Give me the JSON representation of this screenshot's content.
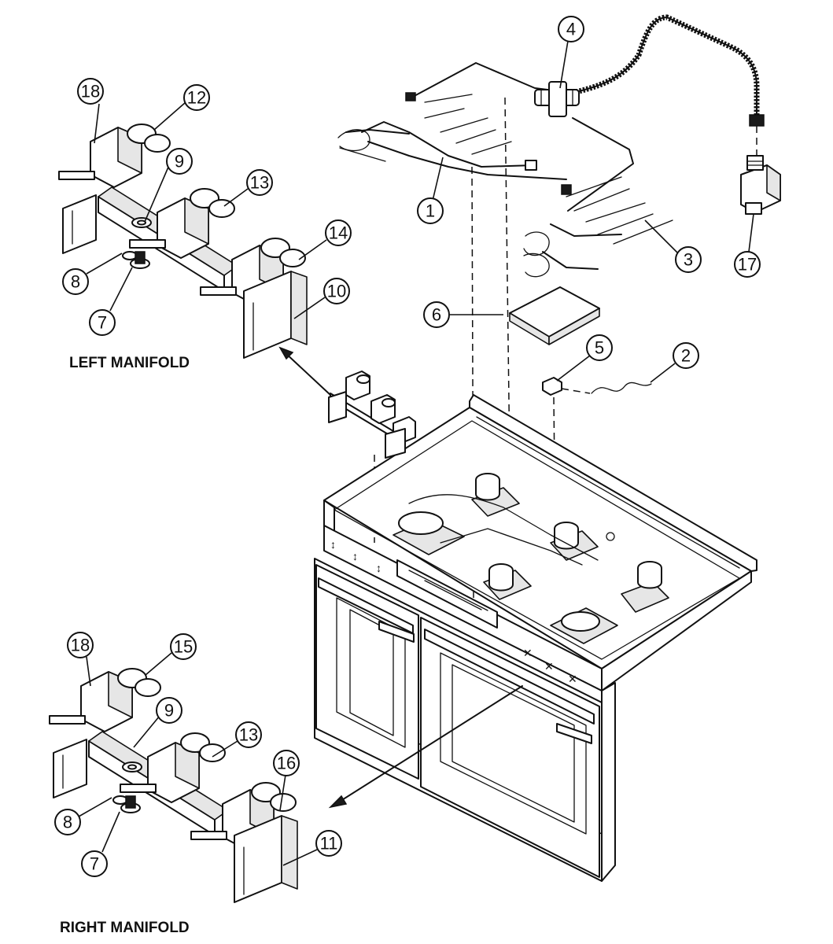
{
  "labels": {
    "left_manifold": "LEFT MANIFOLD",
    "right_manifold": "RIGHT MANIFOLD"
  },
  "callouts": {
    "c1": "1",
    "c2": "2",
    "c3": "3",
    "c4": "4",
    "c5": "5",
    "c6": "6",
    "c7_left": "7",
    "c7_right": "7",
    "c8_left": "8",
    "c8_right": "8",
    "c9_left": "9",
    "c9_right": "9",
    "c10": "10",
    "c11": "11",
    "c12": "12",
    "c13_left": "13",
    "c13_right": "13",
    "c14": "14",
    "c15": "15",
    "c16": "16",
    "c17": "17",
    "c18_left": "18",
    "c18_right": "18"
  }
}
